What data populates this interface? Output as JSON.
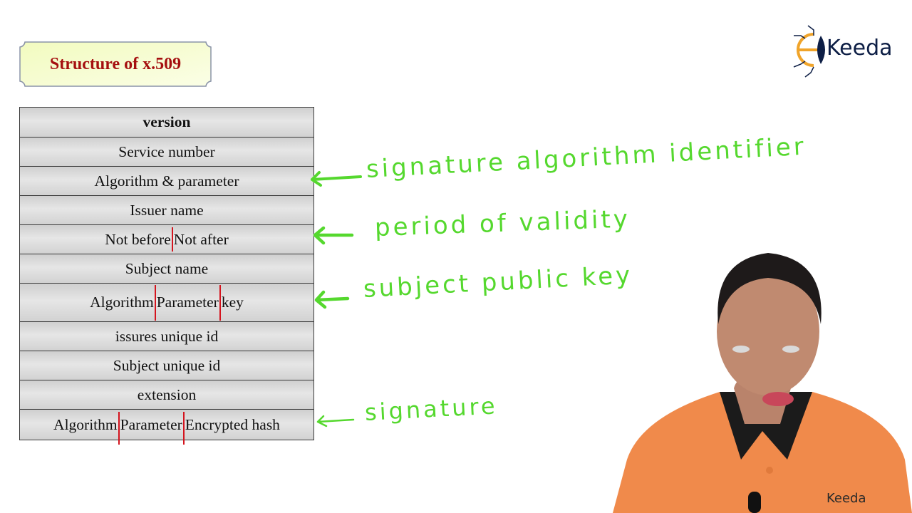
{
  "slide": {
    "title": "Structure of x.509",
    "colors": {
      "title_text": "#a50f0f",
      "title_plaque_fill": "#f4fdc6",
      "annotation_green": "#55d82e",
      "divider_red": "#d4141e",
      "cell_fill": "#dcdcdc",
      "shirt_orange": "#f08a4b"
    }
  },
  "table": {
    "rows": [
      {
        "segments": [
          "version"
        ],
        "bold": true
      },
      {
        "segments": [
          "Service number"
        ]
      },
      {
        "segments": [
          "Algorithm & parameter"
        ]
      },
      {
        "segments": [
          "Issuer name"
        ]
      },
      {
        "segments": [
          "Not before",
          "Not after"
        ]
      },
      {
        "segments": [
          "Subject name"
        ]
      },
      {
        "segments": [
          "Algorithm",
          "Parameter",
          "key"
        ]
      },
      {
        "segments": [
          "issures unique id"
        ]
      },
      {
        "segments": [
          "Subject unique id"
        ]
      },
      {
        "segments": [
          "extension"
        ]
      },
      {
        "segments": [
          "Algorithm",
          "Parameter",
          "Encrypted hash"
        ]
      }
    ]
  },
  "annotations": [
    {
      "text": "signature algorithm identifier",
      "points_to_row": 2
    },
    {
      "text": "period of validity",
      "points_to_row": 4
    },
    {
      "text": "subject public key",
      "points_to_row": 6
    },
    {
      "text": "signature",
      "points_to_row": 10
    }
  ],
  "logo": {
    "text": "Keeda",
    "icon": "ekeeda-bug-logo-icon"
  },
  "presenter": {
    "shirt_logo_text": "Keeda"
  }
}
